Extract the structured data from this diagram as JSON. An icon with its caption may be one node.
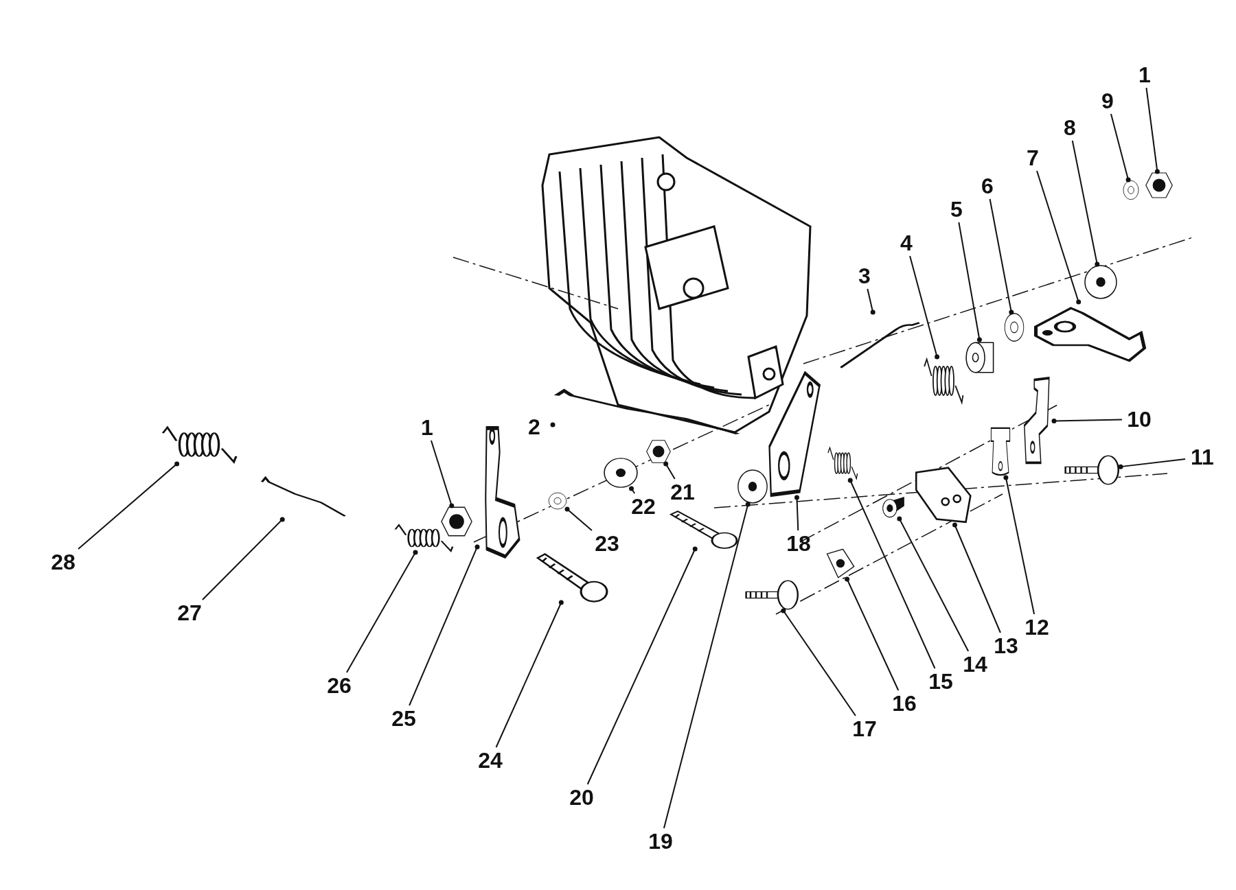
{
  "diagram": {
    "nodes": [
      {
        "text": [
          "1"
        ]
      },
      {
        "text": [
          "2"
        ]
      },
      {
        "text": [
          "3"
        ]
      },
      {
        "text": [
          "4"
        ]
      },
      {
        "text": [
          "5"
        ]
      },
      {
        "text": [
          "6"
        ]
      },
      {
        "text": [
          "7"
        ]
      },
      {
        "text": [
          "8"
        ]
      },
      {
        "text": [
          "9"
        ]
      },
      {
        "text": [
          "10"
        ]
      },
      {
        "text": [
          "11"
        ]
      },
      {
        "text": [
          "12"
        ]
      },
      {
        "text": [
          "13"
        ]
      },
      {
        "text": [
          "14"
        ]
      },
      {
        "text": [
          "15"
        ]
      },
      {
        "text": [
          "16"
        ]
      },
      {
        "text": [
          "17"
        ]
      },
      {
        "text": [
          "18"
        ]
      },
      {
        "text": [
          "19"
        ]
      },
      {
        "text": [
          "20"
        ]
      },
      {
        "text": [
          "21"
        ]
      },
      {
        "text": [
          "22"
        ]
      },
      {
        "text": [
          "23"
        ]
      },
      {
        "text": [
          "24"
        ]
      },
      {
        "text": [
          "25"
        ]
      },
      {
        "text": [
          "26"
        ]
      },
      {
        "text": [
          "27"
        ]
      },
      {
        "text": [
          "28"
        ]
      },
      {
        "text": [
          "1"
        ]
      },
      {
        "text": [],
        "shape": "picture"
      },
      {
        "text": [],
        "shape": "picture"
      },
      {
        "text": [],
        "shape": "picture"
      },
      {
        "text": [],
        "shape": "picture"
      },
      {
        "text": [],
        "shape": "picture"
      },
      {
        "text": [],
        "shape": "picture"
      },
      {
        "text": [],
        "shape": "picture"
      },
      {
        "text": [],
        "shape": "picture"
      },
      {
        "text": [],
        "shape": "picture"
      },
      {
        "text": [],
        "shape": "picture"
      },
      {
        "text": [],
        "shape": "picture"
      },
      {
        "text": [],
        "shape": "picture"
      },
      {
        "text": [],
        "shape": "picture"
      },
      {
        "text": [],
        "shape": "picture"
      },
      {
        "text": [],
        "shape": "picture"
      },
      {
        "text": [],
        "shape": "picture"
      },
      {
        "text": [],
        "shape": "picture"
      },
      {
        "text": [],
        "shape": "picture"
      },
      {
        "text": [],
        "shape": "picture"
      },
      {
        "text": [],
        "shape": "picture"
      },
      {
        "text": [],
        "shape": "picture"
      },
      {
        "text": [],
        "shape": "picture"
      },
      {
        "text": [],
        "shape": "picture"
      },
      {
        "text": [],
        "shape": "picture"
      },
      {
        "text": [],
        "shape": "picture"
      },
      {
        "text": [],
        "shape": "picture"
      },
      {
        "text": [],
        "shape": "picture"
      },
      {
        "text": [],
        "shape": "picture"
      },
      {
        "text": [],
        "shape": "picture"
      }
    ],
    "edges": [
      {
        "from": 0,
        "to": 29,
        "arrow": "other"
      },
      {
        "from": 1,
        "to": 30,
        "arrow": "other"
      },
      {
        "from": 2,
        "to": 31,
        "arrow": "other"
      },
      {
        "from": 3,
        "to": 32,
        "arrow": "other"
      },
      {
        "from": 4,
        "to": 33,
        "arrow": "other"
      },
      {
        "from": 5,
        "to": 34,
        "arrow": "other"
      },
      {
        "from": 6,
        "to": 35,
        "arrow": "other"
      },
      {
        "from": 7,
        "to": 36,
        "arrow": "other"
      },
      {
        "from": 8,
        "to": 37,
        "arrow": "other"
      },
      {
        "from": 9,
        "to": 38,
        "arrow": "other"
      },
      {
        "from": 10,
        "to": 39,
        "arrow": "other"
      },
      {
        "from": 11,
        "to": 40,
        "arrow": "other"
      },
      {
        "from": 12,
        "to": 41,
        "arrow": "other"
      },
      {
        "from": 13,
        "to": 42,
        "arrow": "other"
      },
      {
        "from": 14,
        "to": 43,
        "arrow": "other"
      },
      {
        "from": 15,
        "to": 44,
        "arrow": "other"
      },
      {
        "from": 16,
        "to": 45,
        "arrow": "other"
      },
      {
        "from": 17,
        "to": 46,
        "arrow": "other"
      },
      {
        "from": 18,
        "to": 47,
        "arrow": "other"
      },
      {
        "from": 19,
        "to": 48,
        "arrow": "other"
      },
      {
        "from": 20,
        "to": 49,
        "arrow": "other"
      },
      {
        "from": 21,
        "to": 50,
        "arrow": "other"
      },
      {
        "from": 22,
        "to": 51,
        "arrow": "other"
      },
      {
        "from": 23,
        "to": 52,
        "arrow": "other"
      },
      {
        "from": 24,
        "to": 53,
        "arrow": "other"
      },
      {
        "from": 25,
        "to": 54,
        "arrow": "other"
      },
      {
        "from": 26,
        "to": 55,
        "arrow": "other"
      },
      {
        "from": 27,
        "to": 56,
        "arrow": "other"
      },
      {
        "from": 28,
        "to": 57,
        "arrow": "other"
      }
    ]
  }
}
